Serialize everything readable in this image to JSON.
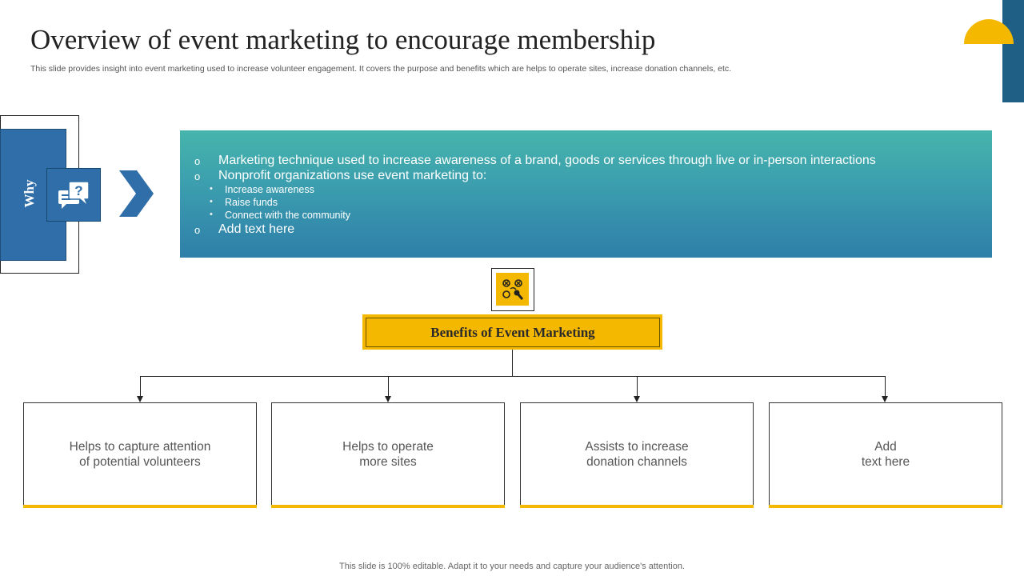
{
  "slide": {
    "title": "Overview of event marketing to encourage membership",
    "subtitle": "This slide provides insight into event marketing used to increase volunteer engagement. It covers the purpose and benefits which are helps to operate sites, increase donation channels, etc.",
    "footer": "This slide is 100% editable. Adapt it to your needs and capture your audience's attention."
  },
  "why": {
    "label": "Why",
    "icon": "question-chat-icon"
  },
  "info": {
    "main_bullet": "o",
    "sub_bullet": "•",
    "items": [
      "Marketing technique used to increase awareness of a brand, goods or services through  live or in-person interactions",
      "Nonprofit organizations use event marketing to:",
      "Add text here"
    ],
    "sub_items": [
      "Increase awareness",
      "Raise funds",
      "Connect with the community"
    ]
  },
  "benefits": {
    "icon": "strategy-icon",
    "title": "Benefits of Event Marketing",
    "cards": [
      {
        "line1": "Helps to capture attention",
        "line2": "of potential volunteers"
      },
      {
        "line1": "Helps to operate",
        "line2": "more sites"
      },
      {
        "line1": "Assists to increase",
        "line2": "donation channels"
      },
      {
        "line1": "Add",
        "line2": "text here"
      }
    ]
  },
  "colors": {
    "accent_yellow": "#f5b800",
    "primary_blue": "#2f6ea8",
    "dark_blue": "#1f5f86",
    "teal": "#46b5ac"
  }
}
